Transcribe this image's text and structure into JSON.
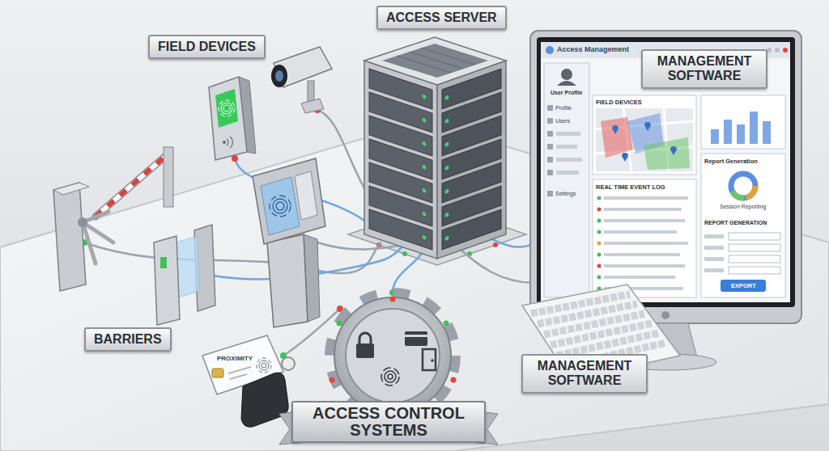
{
  "diagram": {
    "nodes": [
      {
        "text": [
          "FIELD DEVICES"
        ]
      },
      {
        "text": [
          "ACCESS SERVER"
        ]
      },
      {
        "text": [
          "MANAGEMENT SOFTWARE"
        ]
      },
      {
        "text": [
          "BARRIERS"
        ]
      },
      {
        "text": [
          "MANAGEMENT SOFTWARE"
        ]
      },
      {
        "text": [
          "ACCESS CONTROL SYSTEMS"
        ]
      }
    ],
    "labels": [
      "Access Management",
      "User Profile",
      "Profile",
      "Users",
      "Settings",
      "FIELD DEVICES",
      "REAL TIME EVENT LOG",
      "Report Generation",
      "Session Reporting",
      "REPORT GENERATION",
      "EXPORT",
      "PROXIMITY"
    ]
  }
}
